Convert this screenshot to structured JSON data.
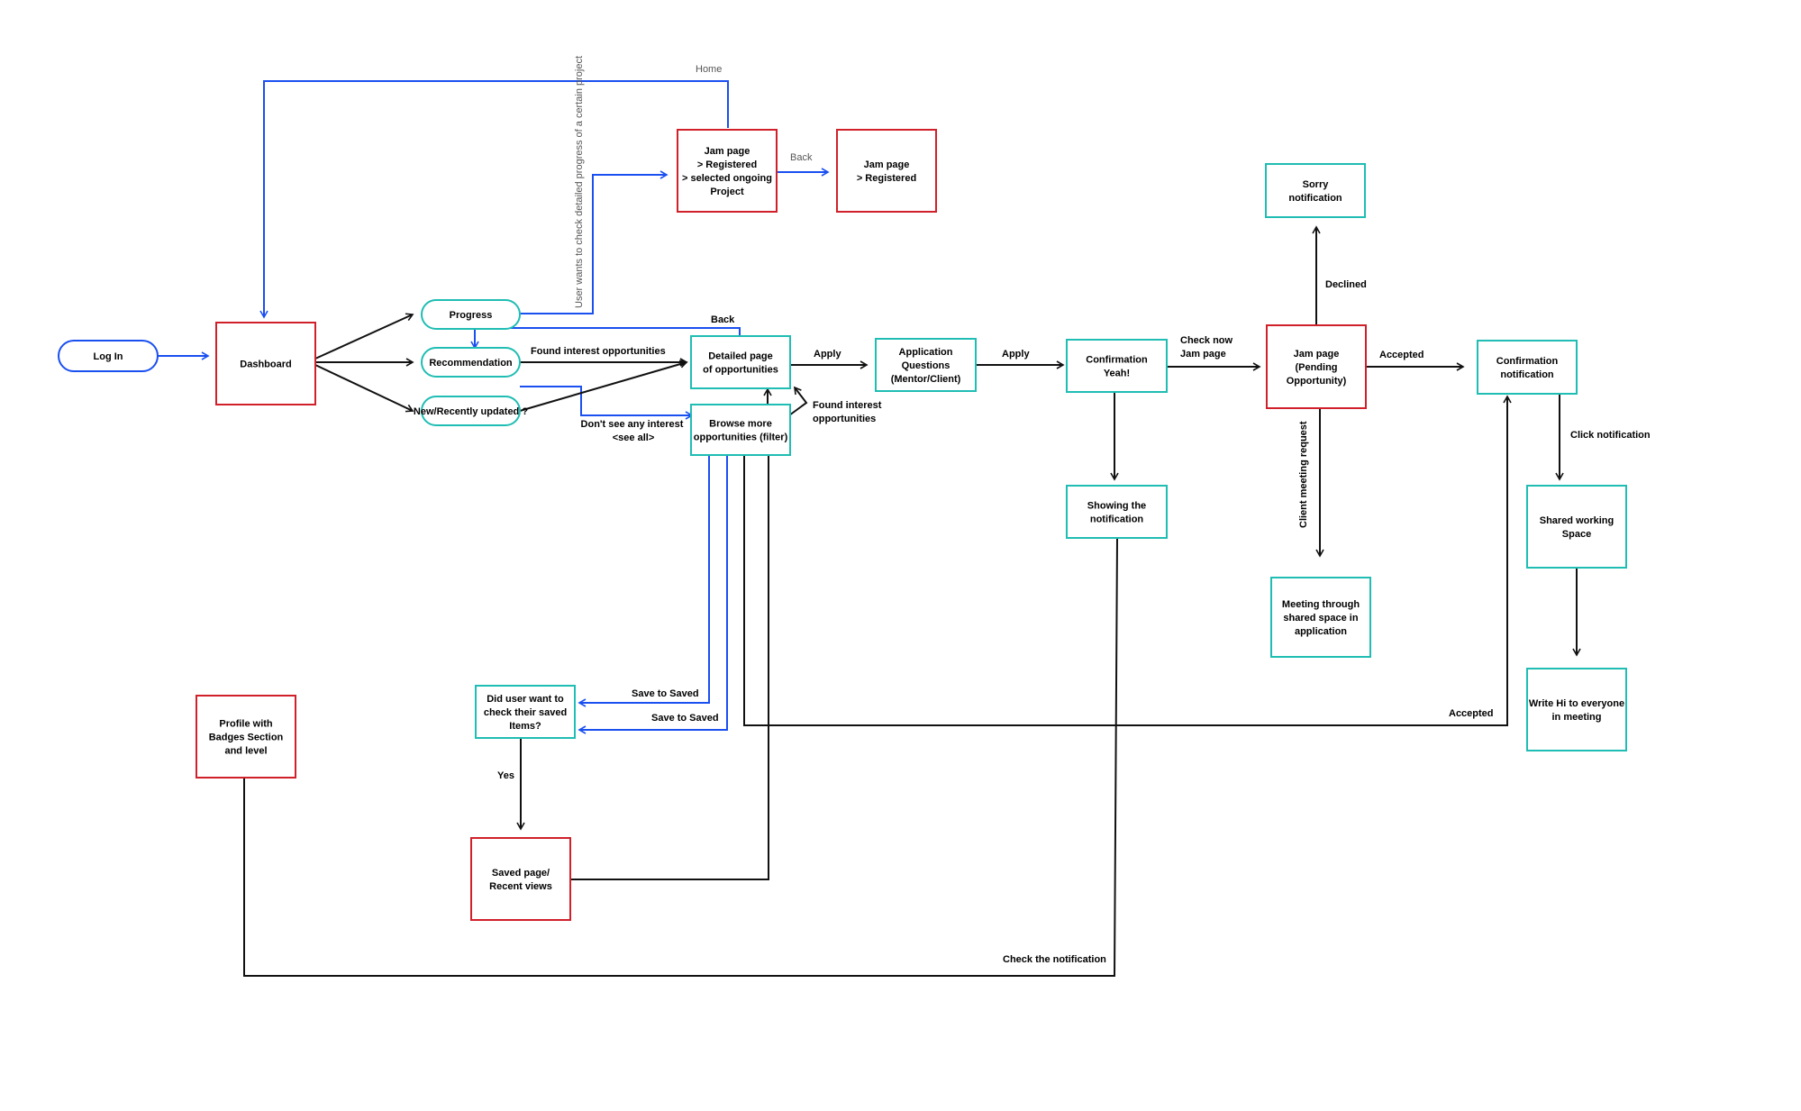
{
  "colors": {
    "red": "#d0202a",
    "teal": "#1fbdb3",
    "blue": "#1a4ff0",
    "black": "#111111",
    "grey": "#555555"
  },
  "nodes": {
    "login": {
      "lines": [
        "Log In"
      ]
    },
    "dashboard": {
      "lines": [
        "Dashboard"
      ]
    },
    "progress": {
      "lines": [
        "Progress"
      ]
    },
    "recommendation": {
      "lines": [
        "Recommendation"
      ]
    },
    "new_updated": {
      "lines": [
        "New/Recently updated ?"
      ]
    },
    "jam_selected": {
      "lines": [
        "Jam page",
        "> Registered",
        "> selected ongoing",
        "Project"
      ]
    },
    "jam_registered": {
      "lines": [
        "Jam page",
        "> Registered"
      ]
    },
    "detailed_page": {
      "lines": [
        "Detailed page",
        "of opportunities"
      ]
    },
    "browse_more": {
      "lines": [
        "Browse more",
        "opportunities (filter)"
      ]
    },
    "application_questions": {
      "lines": [
        "Application",
        "Questions",
        "(Mentor/Client)"
      ]
    },
    "confirmation_yeah": {
      "lines": [
        "Confirmation",
        "Yeah!"
      ]
    },
    "showing_notification": {
      "lines": [
        "Showing the",
        "notification"
      ]
    },
    "jam_pending": {
      "lines": [
        "Jam page",
        "(Pending",
        "Opportunity)"
      ]
    },
    "sorry_notification": {
      "lines": [
        "Sorry",
        "notification"
      ]
    },
    "meeting_shared_space": {
      "lines": [
        "Meeting through",
        "shared space in",
        "application"
      ]
    },
    "confirmation_notification": {
      "lines": [
        "Confirmation",
        "notification"
      ]
    },
    "shared_working_space": {
      "lines": [
        "Shared working",
        "Space"
      ]
    },
    "write_hi": {
      "lines": [
        "Write Hi to everyone",
        "in meeting"
      ]
    },
    "did_user_want": {
      "lines": [
        "Did user want to",
        "check their saved",
        "Items?"
      ]
    },
    "saved_page": {
      "lines": [
        "Saved page/",
        "Recent views"
      ]
    },
    "profile_badges": {
      "lines": [
        "Profile with",
        "Badges Section",
        "and level"
      ]
    }
  },
  "edge_labels": {
    "home": "Home",
    "user_wants_progress": "User wants to check detailed progress of a certain project",
    "back_jam": "Back",
    "back_detail": "Back",
    "found_interest_opportunities": "Found interest opportunities",
    "dont_see_interest": [
      "Don't see any interest",
      "<see all>"
    ],
    "found_interest_browse": [
      "Found interest",
      "opportunities"
    ],
    "apply_1": "Apply",
    "apply_2": "Apply",
    "check_now_jam": [
      "Check now",
      "Jam page"
    ],
    "declined": "Declined",
    "accepted_1": "Accepted",
    "client_meeting_request": "Client meeting request",
    "click_notification": "Click notification",
    "accepted_2": "Accepted",
    "save_to_saved_1": "Save to Saved",
    "save_to_saved_2": "Save to Saved",
    "yes": "Yes",
    "check_the_notification": "Check the notification"
  }
}
